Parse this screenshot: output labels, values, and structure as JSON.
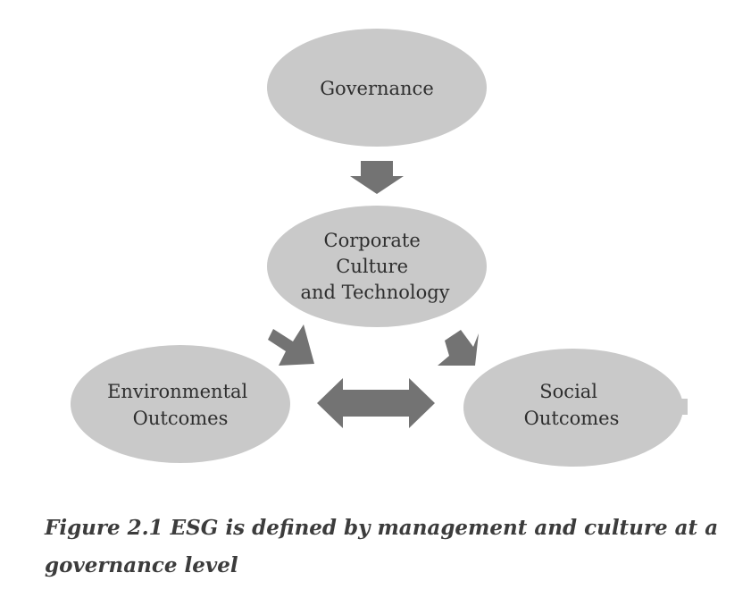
{
  "diagram": {
    "nodes": {
      "governance": {
        "lines": [
          "Governance"
        ]
      },
      "culture": {
        "lines": [
          "Corporate",
          "Culture",
          "and Technology"
        ]
      },
      "environmental": {
        "lines": [
          "Environmental",
          "Outcomes"
        ]
      },
      "social": {
        "lines": [
          "Social",
          "Outcomes"
        ]
      }
    },
    "colors": {
      "node_fill": "#c9c9c9",
      "arrow_fill": "#737373",
      "text": "#2e2e2e",
      "caption": "#3c3c3c"
    }
  },
  "caption": {
    "text": "Figure 2.1 ESG is defined by management and culture at a governance level"
  }
}
